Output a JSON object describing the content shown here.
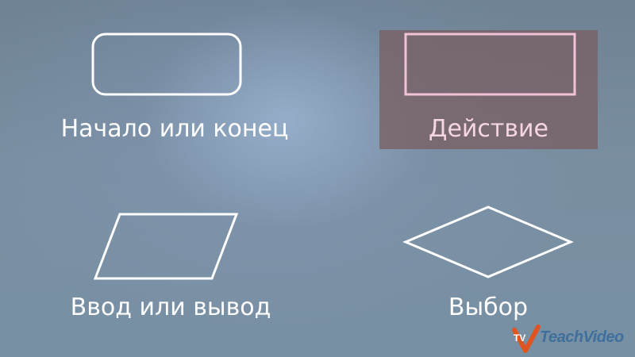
{
  "blocks": [
    {
      "label": "Начало или конец",
      "shape": "rounded-rectangle"
    },
    {
      "label": "Действие",
      "shape": "rectangle",
      "highlighted": true
    },
    {
      "label": "Ввод или вывод",
      "shape": "parallelogram"
    },
    {
      "label": "Выбор",
      "shape": "diamond"
    }
  ],
  "logo": {
    "badge": "TV",
    "text": "TeachVideo"
  },
  "colors": {
    "background": "#7a8ea1",
    "stroke": "#ffffff",
    "highlight_fill": "#785f64",
    "highlight_stroke": "#f2c2d8",
    "logo_orange": "#e0541f",
    "logo_blue": "#3f6f9c"
  }
}
